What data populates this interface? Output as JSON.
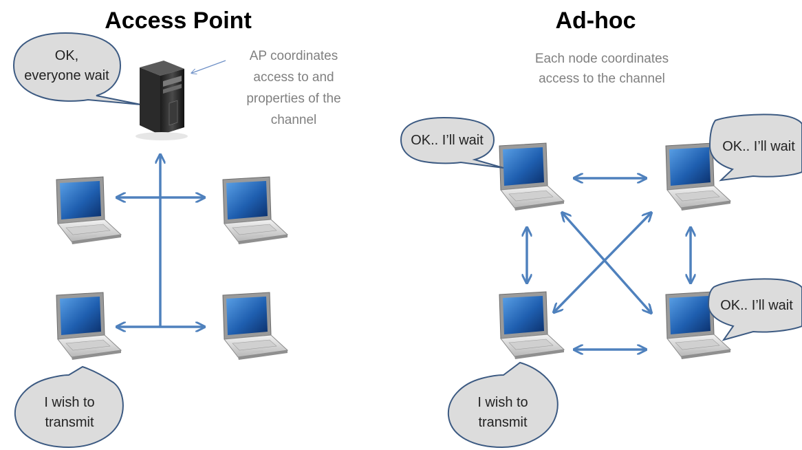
{
  "left": {
    "title": "Access Point",
    "ap_note": [
      "AP coordinates",
      "access to and",
      "properties of the",
      "channel"
    ],
    "ap_bubble": [
      "OK,",
      "everyone wait"
    ],
    "sender_bubble": [
      "I wish to",
      "transmit"
    ]
  },
  "right": {
    "title": "Ad-hoc",
    "note": [
      "Each node coordinates",
      "access to the channel"
    ],
    "wait_bubble": "OK.. I’ll wait",
    "sender_bubble": [
      "I wish to",
      "transmit"
    ]
  },
  "colors": {
    "arrow": "#4f81bd",
    "bubble_fill": "#dcdcdc",
    "bubble_stroke": "#3c5a82",
    "screen": "#1f5fb0"
  }
}
